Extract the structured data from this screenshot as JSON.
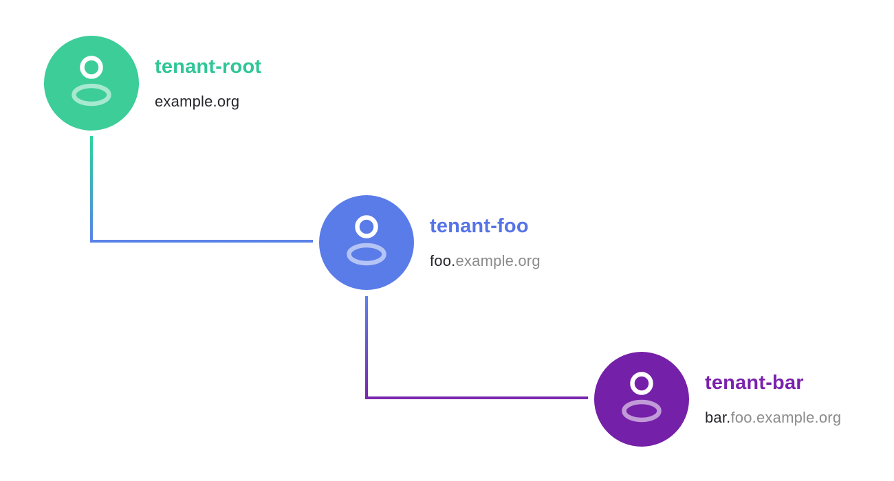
{
  "page": {
    "background": "#ffffff",
    "description": "tenant-hierarchy-diagram"
  },
  "palette": {
    "domain_highlight_color": "#27262c",
    "domain_muted_color": "#8b8b8b"
  },
  "nodes": [
    {
      "name": "tenant-root",
      "icon": "user-icon",
      "circle_color": "#3ccd98",
      "label_color": "#2ec695",
      "domain_highlight": "example.org",
      "domain_muted": ""
    },
    {
      "name": "tenant-foo",
      "icon": "user-icon",
      "circle_color": "#5a7ce8",
      "label_color": "#5674e8",
      "domain_highlight": "foo.",
      "domain_muted": "example.org"
    },
    {
      "name": "tenant-bar",
      "icon": "user-icon",
      "circle_color": "#7520a8",
      "label_color": "#7a22ad",
      "domain_highlight": "bar.",
      "domain_muted": "foo.example.org"
    }
  ],
  "connectors": [
    {
      "from": "tenant-root",
      "to": "tenant-foo",
      "start_color": "#2bd49b",
      "end_color": "#5b82e8"
    },
    {
      "from": "tenant-foo",
      "to": "tenant-bar",
      "start_color": "#5b84ea",
      "end_color": "#7a27ae"
    }
  ]
}
